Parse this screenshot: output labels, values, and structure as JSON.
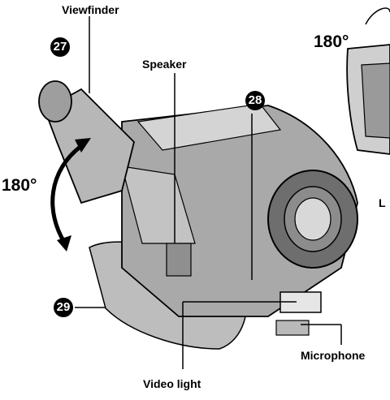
{
  "labels": {
    "viewfinder": "Viewfinder",
    "speaker": "Speaker",
    "microphone": "Microphone",
    "video_light": "Video light",
    "rotation_left": "180°",
    "rotation_right": "180°",
    "partial_right": "L"
  },
  "callouts": {
    "viewfinder_eyepiece": "27",
    "front_part": "28",
    "grip_strap": "29"
  },
  "icons": {
    "rotation_arrow": "curved-double-arrow-icon",
    "lcd_rotate_arrow": "curved-arrow-icon"
  },
  "colors": {
    "ink": "#000000",
    "body_gray": "#a9a9a9",
    "light_gray": "#d4d4d4",
    "dark_gray": "#6e6e6e"
  }
}
